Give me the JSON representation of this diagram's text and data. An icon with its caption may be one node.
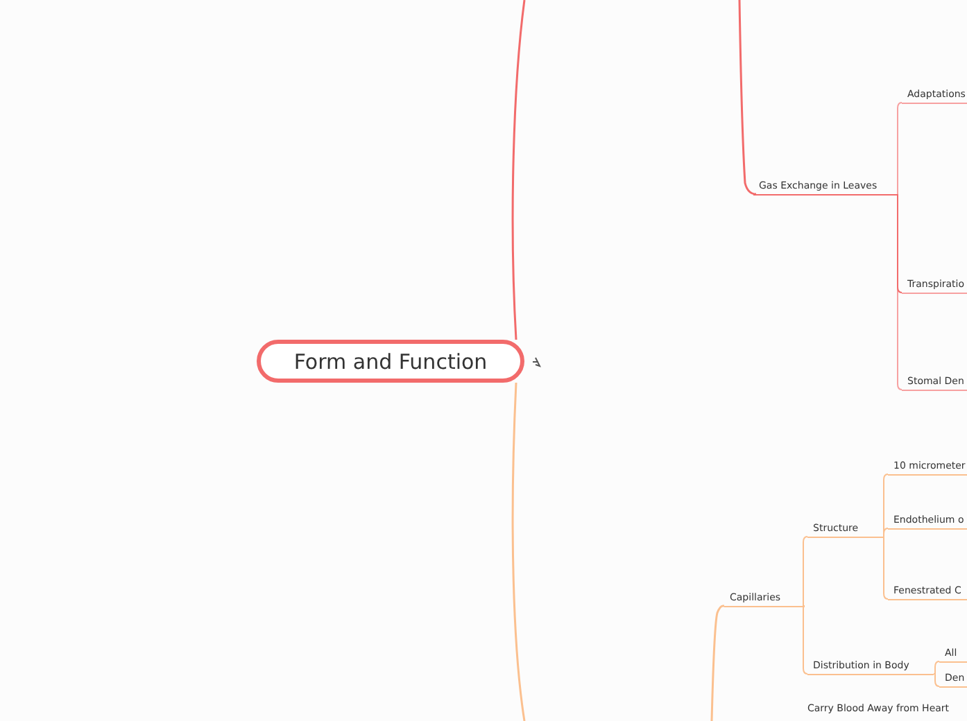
{
  "diagram": {
    "nodes": [
      {
        "text": [
          "Form and Function"
        ]
      },
      {
        "text": [
          "Gas Exchange in Leaves"
        ]
      },
      {
        "text": [
          "Adaptations"
        ]
      },
      {
        "text": [
          "Transpiratio"
        ]
      },
      {
        "text": [
          "Stomal Den"
        ]
      },
      {
        "text": [
          "Capillaries"
        ]
      },
      {
        "text": [
          "Structure"
        ]
      },
      {
        "text": [
          "10 micrometer"
        ]
      },
      {
        "text": [
          "Endothelium o"
        ]
      },
      {
        "text": [
          "Fenestrated C"
        ]
      },
      {
        "text": [
          "Distribution in Body"
        ]
      },
      {
        "text": [
          "All"
        ]
      },
      {
        "text": [
          "Den"
        ]
      },
      {
        "text": [
          "Carry Blood Away from Heart"
        ]
      }
    ],
    "edges": [
      {
        "from": 0,
        "to": null,
        "arrow": "none",
        "color": "#f26b6b"
      },
      {
        "from": null,
        "to": 1,
        "arrow": "none",
        "color": "#f26b6b"
      },
      {
        "from": 1,
        "to": 2,
        "arrow": "none",
        "color": "#f7a1a1"
      },
      {
        "from": 1,
        "to": 3,
        "arrow": "none",
        "color": "#f26b6b"
      },
      {
        "from": 1,
        "to": 4,
        "arrow": "none",
        "color": "#f7a1a1"
      },
      {
        "from": 0,
        "to": null,
        "arrow": "none"
      },
      {
        "from": null,
        "to": 5,
        "arrow": "none"
      },
      {
        "from": 5,
        "to": 6,
        "arrow": "none"
      },
      {
        "from": 5,
        "to": 10,
        "arrow": "none"
      },
      {
        "from": 6,
        "to": 7,
        "arrow": "none"
      },
      {
        "from": 6,
        "to": 8,
        "arrow": "none"
      },
      {
        "from": 6,
        "to": 9,
        "arrow": "none"
      },
      {
        "from": 10,
        "to": 11,
        "arrow": "none"
      },
      {
        "from": 10,
        "to": 12,
        "arrow": "none"
      }
    ]
  }
}
